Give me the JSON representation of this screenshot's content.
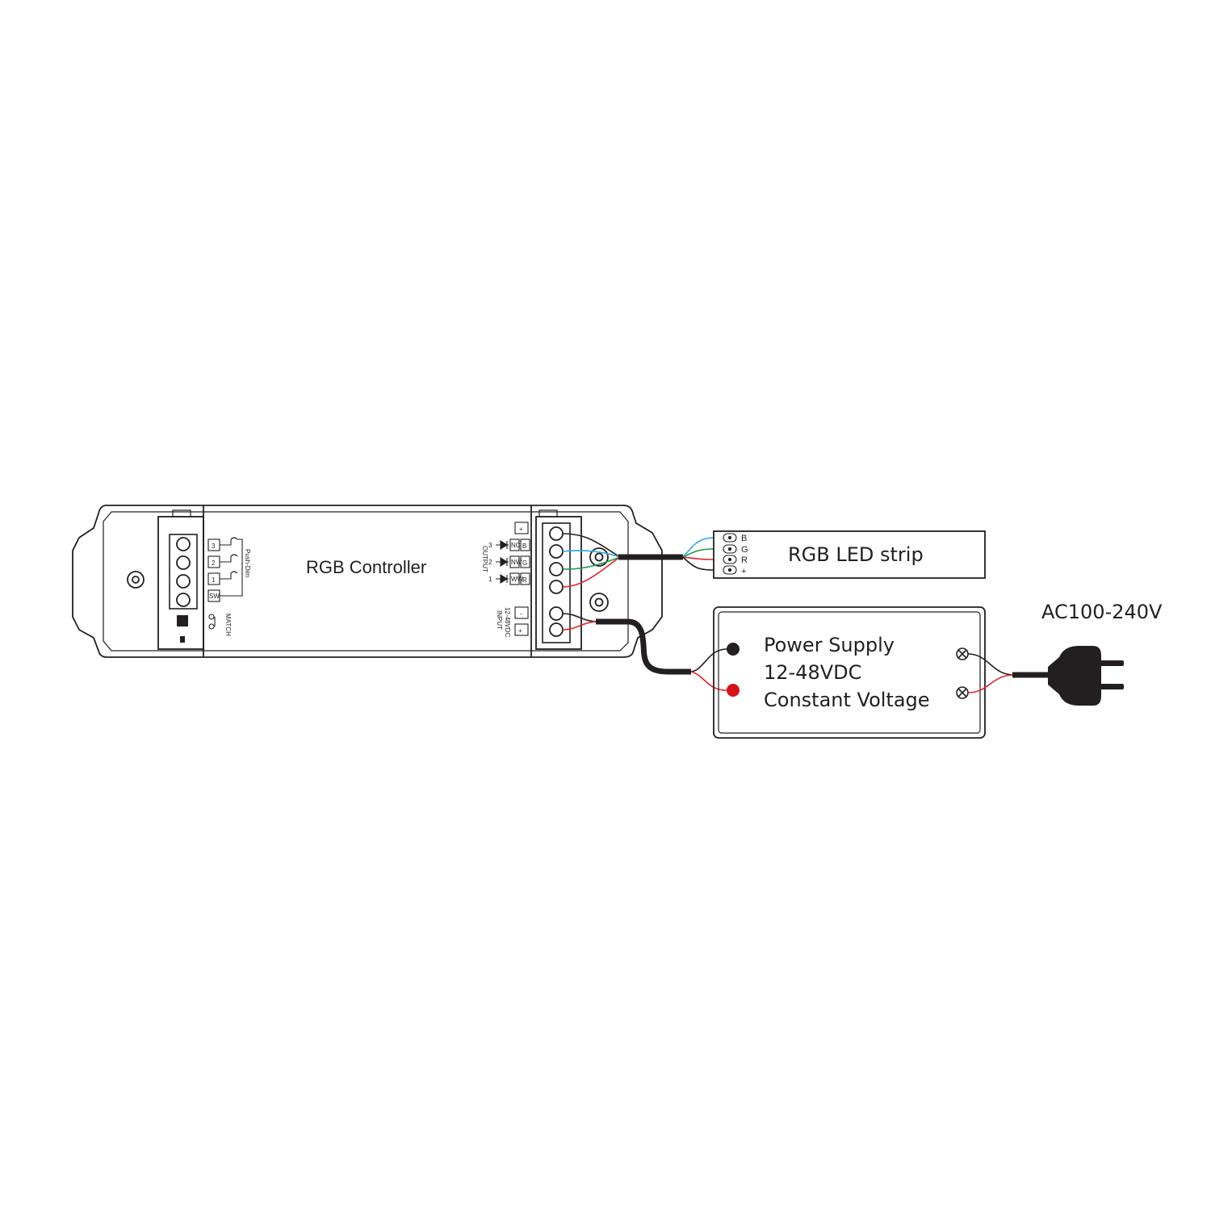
{
  "controller": {
    "title": "RGB Controller",
    "output_label": "OUTPUT",
    "input_label": "INPUT",
    "input_voltage": "12-48VDC",
    "channel_numbers": [
      "3",
      "2",
      "1"
    ],
    "channel_letters": [
      "B",
      "G",
      "R"
    ],
    "channel_codes": [
      "NC",
      "NW",
      "WW"
    ],
    "plus_sign": "+",
    "minus_sign": "-",
    "pushdim_label": "Push-Dim",
    "match_label": "MATCH",
    "left_numbers": [
      "3",
      "2",
      "1"
    ],
    "left_small": "SW"
  },
  "led_strip": {
    "label": "RGB LED strip",
    "pins": [
      "B",
      "G",
      "R",
      "+"
    ]
  },
  "power_supply": {
    "line1": "Power Supply",
    "line2": "12-48VDC",
    "line3": "Constant Voltage"
  },
  "mains": {
    "label": "AC100-240V"
  },
  "colors": {
    "outline": "#231f20",
    "wire_blue": "#29a8e0",
    "wire_green": "#1f9a48",
    "wire_red": "#e0252d",
    "terminal_red": "#d6121b"
  },
  "icons": [
    "plug-icon",
    "led-diode-icon",
    "screw-terminal-icon"
  ]
}
